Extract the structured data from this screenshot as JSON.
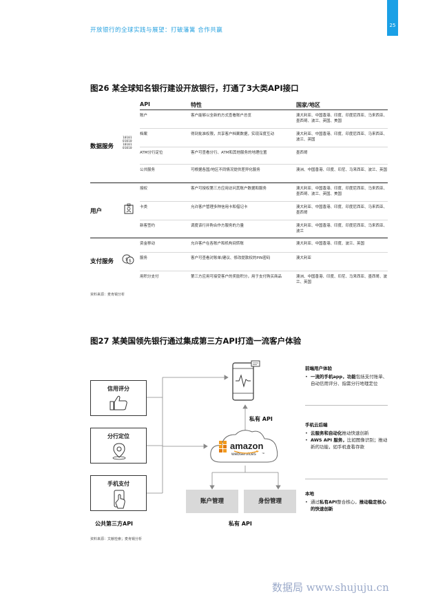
{
  "header": {
    "title": "开放银行的全球实践与展望：打破藩篱  合作共赢",
    "page_number": "25"
  },
  "figure26": {
    "title": "图26 某全球知名银行建设开放银行，打通了3大类API接口",
    "columns": [
      "API",
      "特性",
      "国家/地区"
    ],
    "groups": [
      {
        "label": "数据服务",
        "icon": "binary-data-icon",
        "icon_text": "10101 01010 10101 01010",
        "rows": [
          [
            "账户",
            "客户能够以全新的方式查看账户总览",
            "澳大利亚、中国香港、印度、印度尼西亚、马来西亚、墨西哥、波兰、英国、美国"
          ],
          [
            "档案",
            "得到批准权限，共享客户档案数据，实现深度互动",
            "澳大利亚、中国香港、印度、印度尼西亚、马来西亚、波兰、英国"
          ],
          [
            "ATM分行定位",
            "客户可查看分行、ATM和其他服务的地理位置",
            "墨西哥"
          ],
          [
            "公共服务",
            "可根据各国/地区不同情况提供差异化服务",
            "澳洲、中国香港、印度、印尼、马来西亚、波兰、英国"
          ]
        ]
      },
      {
        "label": "用户",
        "icon": "user-badge-icon",
        "rows": [
          [
            "授权",
            "客户可授权第三方应用访问其账户数据和服务",
            "澳大利亚、中国香港、印度、印度尼西亚、马来西亚、墨西哥、波兰、英国、美国"
          ],
          [
            "卡类",
            "允许客户管理多种信用卡和借记卡",
            "澳大利亚、中国香港、印度、印度尼西亚、马来西亚、墨西哥"
          ],
          [
            "新客签约",
            "调度该行并购合作方服务的力量",
            "澳大利亚、中国香港、印度、印度尼西亚、马来西亚、波兰"
          ]
        ]
      },
      {
        "label": "支付服务",
        "icon": "dollar-coins-icon",
        "rows": [
          [
            "资金移动",
            "允许客户在各账户和机构间转账",
            "澳大利亚、中国香港、印度、波兰、英国"
          ],
          [
            "服务",
            "客户可查看对账单/建议、修改提款权的PIN密码",
            "澳大利亚"
          ],
          [
            "用积分支付",
            "第三方应用可接受客户的奖励积分，用于支付购买商品",
            "澳洲、中国香港、印度、印尼、马来西亚、墨西哥、波兰、英国"
          ]
        ]
      }
    ],
    "source": "资料来源：麦肯锡分析"
  },
  "figure27": {
    "title": "图27 某美国领先银行通过集成第三方API打造一流客户体验",
    "left_boxes": [
      {
        "label": "信用评分",
        "icon": "thumbs-up-icon"
      },
      {
        "label": "分行定位",
        "icon": "location-pin-icon"
      },
      {
        "label": "手机支付",
        "icon": "phone-tap-icon"
      }
    ],
    "left_caption": "公共第三方API",
    "private_api_top": "私有 API",
    "aws_logo": {
      "word1": "amazon",
      "word2": "webservices",
      "tm": "™"
    },
    "bottom_boxes": [
      "账户管理",
      "身份管理"
    ],
    "bottom_caption": "私有 API",
    "right_sections": [
      {
        "head": "前端用户体验",
        "items": [
          {
            "bold": "一流的手机app，功能",
            "text": "包括支付账单、自动信用评分、指需分行地理定位"
          }
        ]
      },
      {
        "head": "手机云后端",
        "items": [
          {
            "bold": "云服务和自动化",
            "text": "推动快速创新"
          },
          {
            "bold": "AWS API 服务，",
            "text": "比如图像识别；推动新的功能，如手机查看存款"
          }
        ]
      },
      {
        "head": "本地",
        "items": [
          {
            "bold": "",
            "text": "通过",
            "bold2": "私有API",
            "text2": "整合核心，",
            "bold3": "推动稳定核心的快速创新"
          }
        ]
      }
    ],
    "source": "资料来源：文献检索；麦肯锡分析"
  },
  "watermark": "数据局 www.shujuju.cn",
  "colors": {
    "accent": "#1aa0e6",
    "aws_orange": "#f29b1d",
    "box_gray": "#d9d9d9"
  }
}
